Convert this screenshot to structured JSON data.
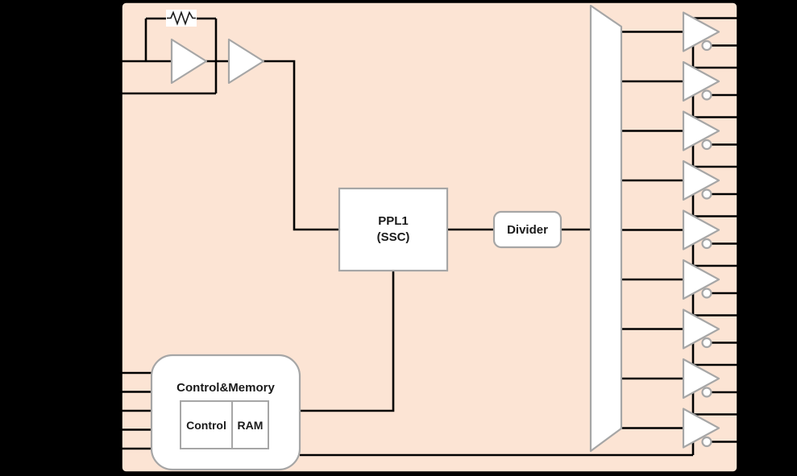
{
  "chip": {
    "colors": {
      "background": "#000000",
      "body_fill": "#fce4d4",
      "body_border": "#000000",
      "shape_border": "#a6a6a6",
      "wire": "#000000",
      "block_fill": "#ffffff"
    },
    "blocks": {
      "pll": {
        "line1": "PPL1",
        "line2": "(SSC)"
      },
      "divider": {
        "label": "Divider"
      },
      "control_memory": {
        "title": "Control&Memory",
        "sub_blocks": [
          {
            "label": "Control"
          },
          {
            "label": "RAM"
          }
        ]
      }
    },
    "left_pins": {
      "crystal_pin_count": 2,
      "control_pin_count": 5
    },
    "output_buffers": {
      "count": 9,
      "pins_per_buffer": 2
    }
  }
}
